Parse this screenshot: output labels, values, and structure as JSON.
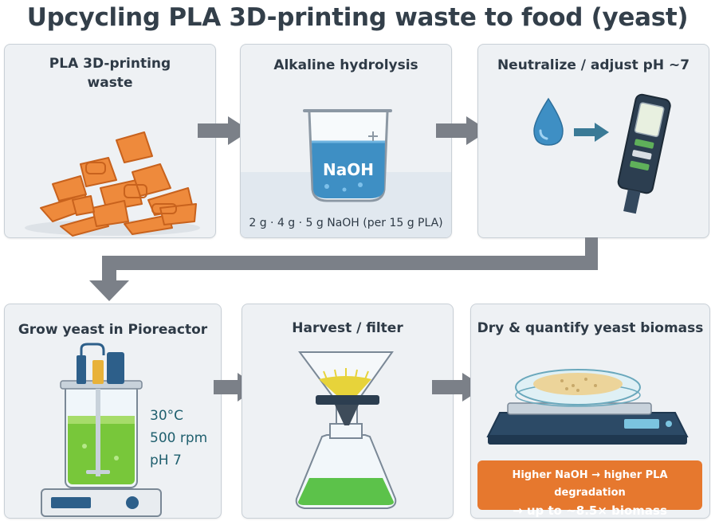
{
  "title": "Upcycling PLA 3D-printing waste to food (yeast)",
  "steps": [
    {
      "title": "PLA 3D-printing waste"
    },
    {
      "title": "Alkaline hydrolysis",
      "beaker_label": "NaOH",
      "caption": "2 g · 4 g · 5 g NaOH (per 15 g PLA)"
    },
    {
      "title": "Neutralize / adjust pH ~7"
    },
    {
      "title": "Grow yeast in Pioreactor",
      "conditions": [
        "30°C",
        "500 rpm",
        "pH 7"
      ]
    },
    {
      "title": "Harvest / filter"
    },
    {
      "title": "Dry & quantify yeast biomass",
      "banner": {
        "line1": "Higher NaOH → higher PLA degradation",
        "line2": "→ up to ~8.5× biomass"
      }
    }
  ],
  "colors": {
    "panel": "#eef1f4",
    "arrow": "#7b8088",
    "pla": "#e8833a",
    "water": "#3e8fc4",
    "culture": "#78c73a",
    "banner": "#e6782e"
  }
}
